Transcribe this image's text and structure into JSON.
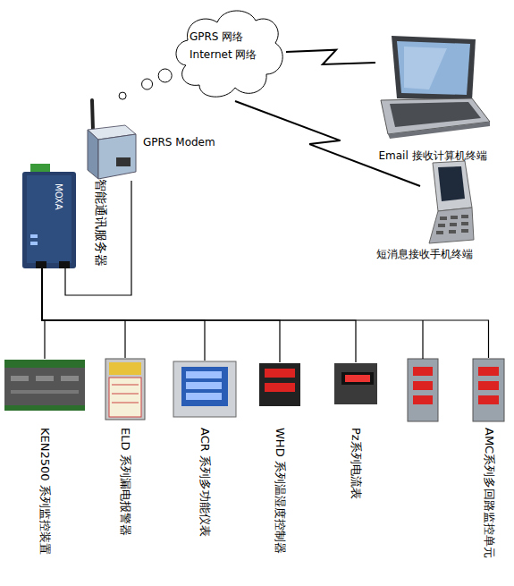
{
  "diagram": {
    "nodes": [
      {
        "text": [
          "GPRS 网络 Internet 网络"
        ]
      },
      {
        "text": [
          "Email 接收计算机终端"
        ]
      },
      {
        "text": [
          "GPRS Modem"
        ]
      },
      {
        "text": [
          "短消息接收手机终端"
        ]
      },
      {
        "text": [
          "智能通讯服务器"
        ]
      },
      {
        "text": [
          "KEN2500 系列监控装置"
        ]
      },
      {
        "text": [
          "ELD 系列漏电报警器"
        ]
      },
      {
        "text": [
          "ACR 系列多功能仪表"
        ]
      },
      {
        "text": [
          "WHD 系列温湿度控制器"
        ]
      },
      {
        "text": [
          "Pz系列电流表"
        ]
      },
      {
        "text": [
          "AMC系列多回路监控单元"
        ]
      }
    ],
    "edges": [
      {
        "from": 0,
        "to": 1,
        "arrow": "none"
      },
      {
        "from": 0,
        "to": 3,
        "arrow": "none"
      },
      {
        "from": 2,
        "to": 0,
        "arrow": "none"
      },
      {
        "from": 4,
        "to": 2,
        "arrow": "none"
      },
      {
        "from": 4,
        "to": 5,
        "arrow": "none"
      },
      {
        "from": 4,
        "to": 6,
        "arrow": "none"
      },
      {
        "from": 4,
        "to": 7,
        "arrow": "none"
      },
      {
        "from": 4,
        "to": 8,
        "arrow": "none"
      },
      {
        "from": 4,
        "to": 9,
        "arrow": "none"
      },
      {
        "from": 4,
        "to": 10,
        "arrow": "none"
      }
    ],
    "labels": [
      "MOXA"
    ]
  }
}
